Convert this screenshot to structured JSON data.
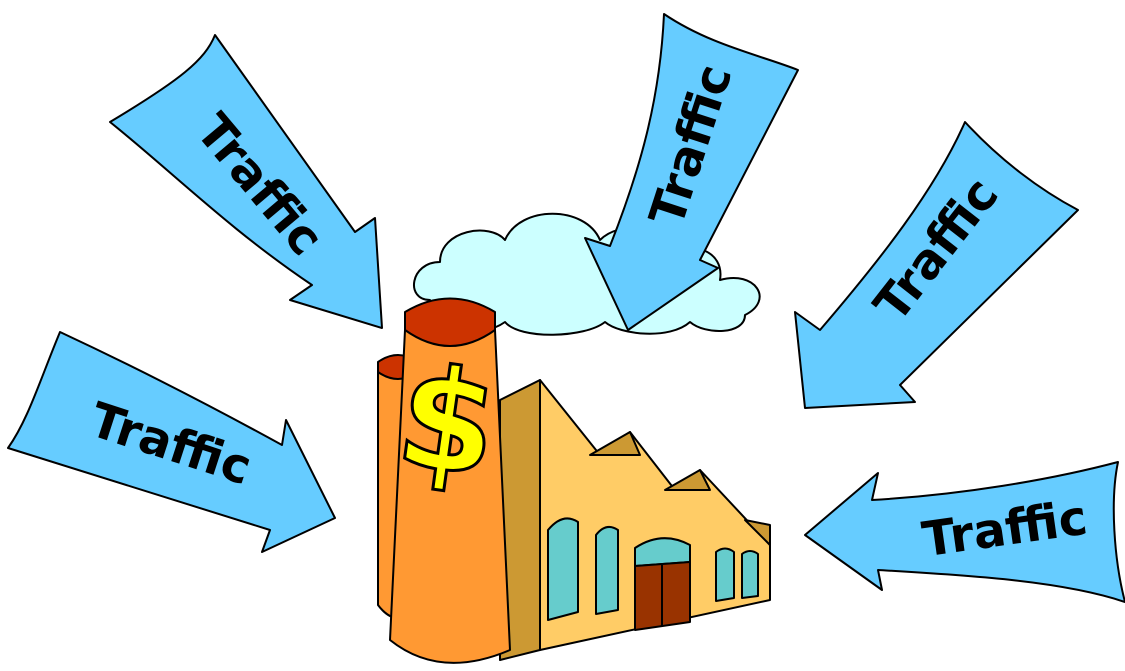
{
  "arrows": [
    {
      "label": "Traffic"
    },
    {
      "label": "Traffic"
    },
    {
      "label": "Traffic"
    },
    {
      "label": "Traffic"
    },
    {
      "label": "Traffic"
    }
  ],
  "factory": {
    "sign": "$"
  },
  "colors": {
    "arrow_fill": "#66ccff",
    "cloud_fill": "#ccffff",
    "chimney_fill": "#ff9933",
    "chimney_cap": "#cc3300",
    "building_fill": "#ffcc66",
    "building_shade": "#cc9933",
    "window_fill": "#66cccc",
    "door_fill": "#993300",
    "dollar_fill": "#ffff00"
  },
  "icons": {
    "building": "factory-icon",
    "smoke": "cloud-icon",
    "arrow": "arrow-icon"
  }
}
